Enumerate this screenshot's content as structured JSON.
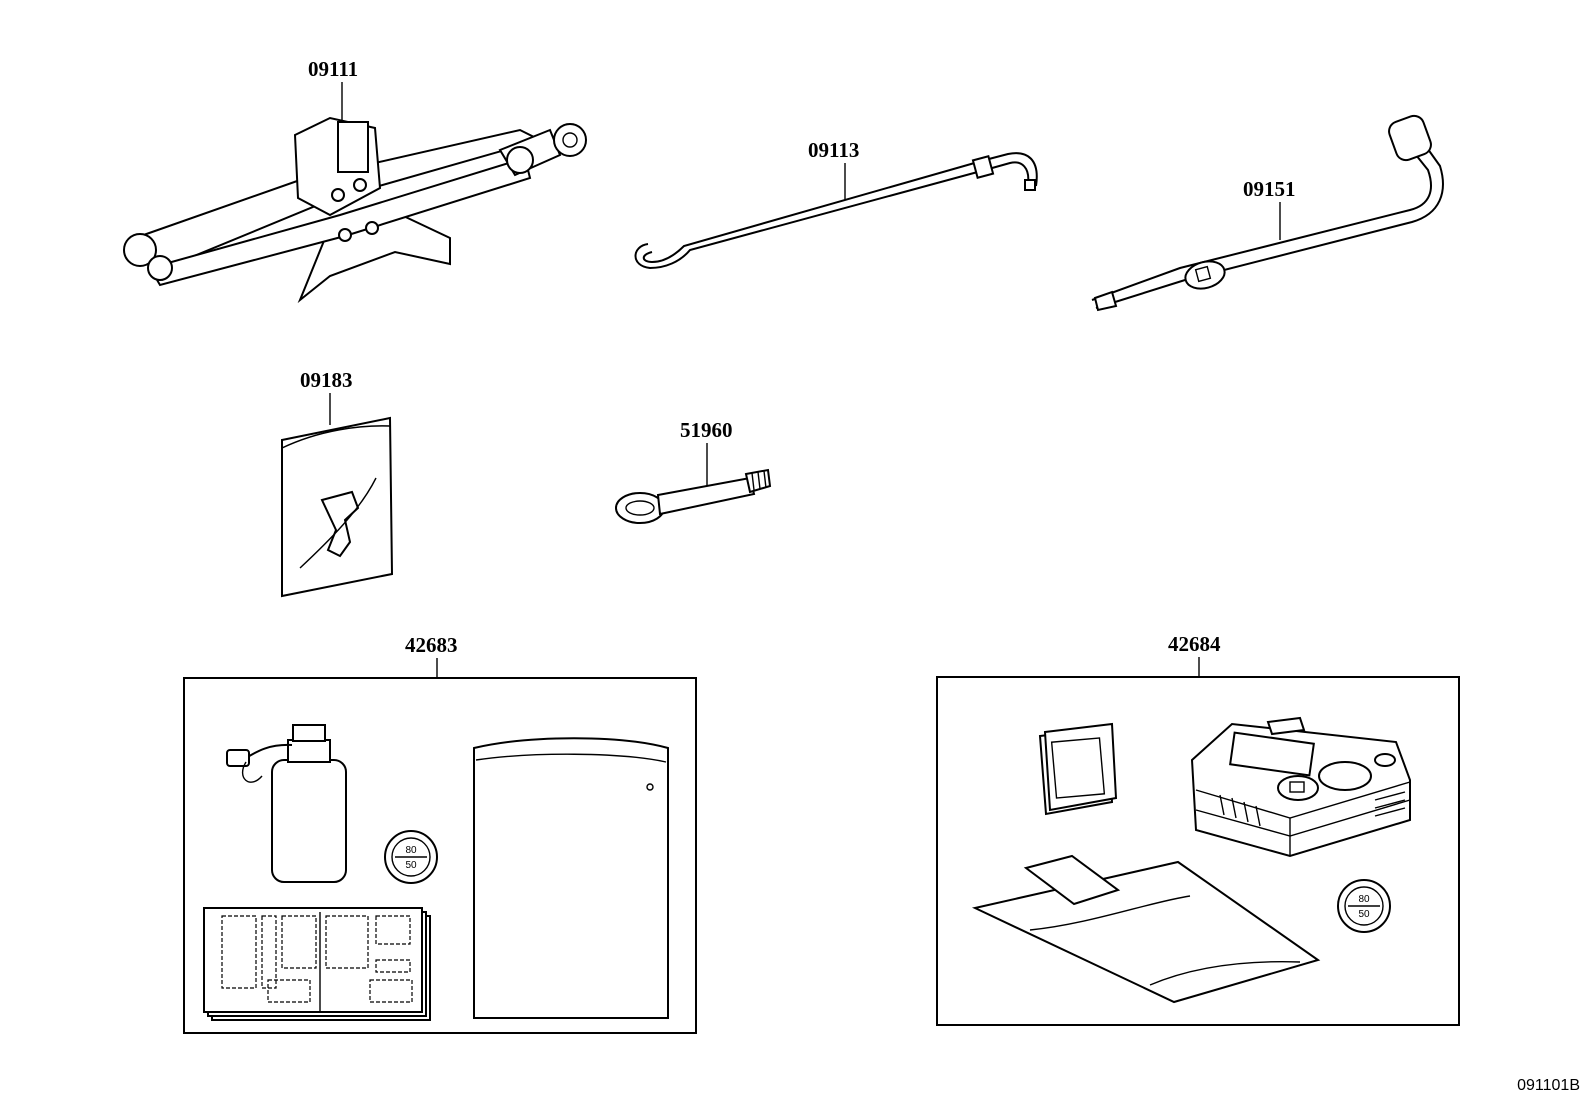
{
  "parts": {
    "jack": "09111",
    "jack_handle": "09113",
    "wheel_wrench": "09151",
    "tool_bag": "09183",
    "towing_eye": "51960",
    "repair_kit_a": "42683",
    "repair_kit_b": "42684"
  },
  "sticker": {
    "top": "80",
    "bottom": "50"
  },
  "diagram_ref": "091101B"
}
